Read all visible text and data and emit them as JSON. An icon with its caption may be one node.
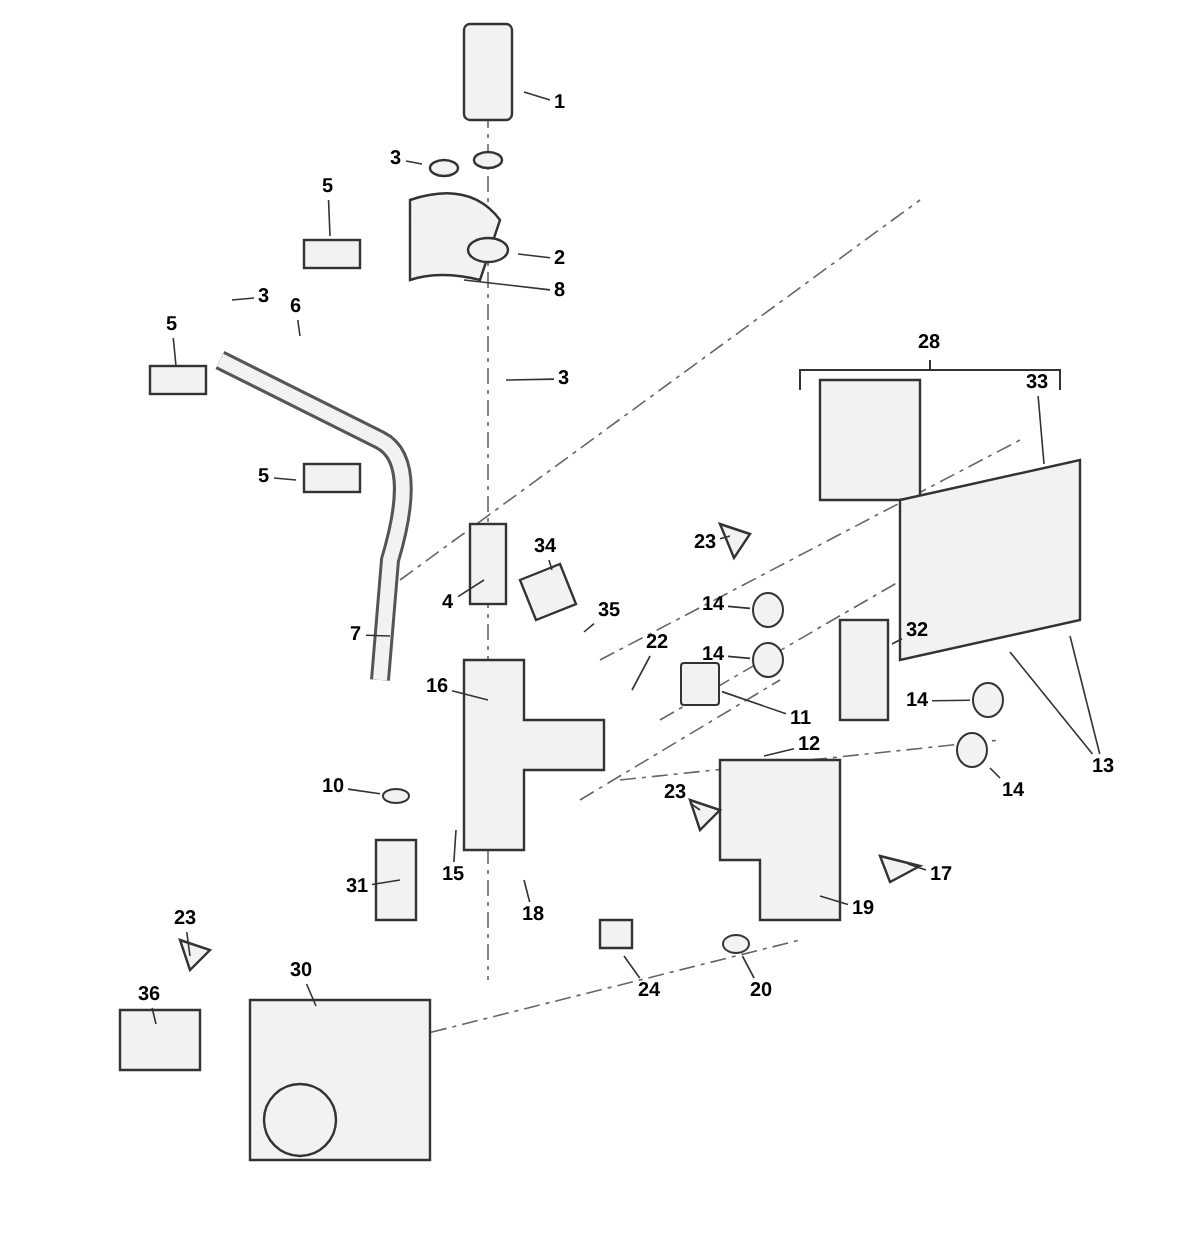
{
  "diagram": {
    "nodes": [
      {
        "text": [
          "1"
        ]
      },
      {
        "text": [
          "3"
        ]
      },
      {
        "text": [
          "5"
        ]
      },
      {
        "text": [
          "2"
        ]
      },
      {
        "text": [
          "8"
        ]
      },
      {
        "text": [
          "3"
        ]
      },
      {
        "text": [
          "6"
        ]
      },
      {
        "text": [
          "5"
        ]
      },
      {
        "text": [
          "3"
        ]
      },
      {
        "text": [
          "33"
        ]
      },
      {
        "text": [
          "5"
        ]
      },
      {
        "text": [
          "23"
        ]
      },
      {
        "text": [
          "34"
        ]
      },
      {
        "text": [
          "4"
        ]
      },
      {
        "text": [
          "35"
        ]
      },
      {
        "text": [
          "14"
        ]
      },
      {
        "text": [
          "7"
        ]
      },
      {
        "text": [
          "22"
        ]
      },
      {
        "text": [
          "14"
        ]
      },
      {
        "text": [
          "32"
        ]
      },
      {
        "text": [
          "16"
        ]
      },
      {
        "text": [
          "11"
        ]
      },
      {
        "text": [
          "14"
        ]
      },
      {
        "text": [
          "12"
        ]
      },
      {
        "text": [
          "13"
        ]
      },
      {
        "text": [
          "14"
        ]
      },
      {
        "text": [
          "10"
        ]
      },
      {
        "text": [
          "23"
        ]
      },
      {
        "text": [
          "15"
        ]
      },
      {
        "text": [
          "17"
        ]
      },
      {
        "text": [
          "31"
        ]
      },
      {
        "text": [
          "19"
        ]
      },
      {
        "text": [
          "18"
        ]
      },
      {
        "text": [
          "23"
        ]
      },
      {
        "text": [
          "30"
        ]
      },
      {
        "text": [
          "24"
        ]
      },
      {
        "text": [
          "20"
        ]
      },
      {
        "text": [
          "36"
        ]
      },
      {
        "text": [],
        "shape": "circle"
      },
      {
        "text": [],
        "shape": "circle"
      },
      {
        "text": [],
        "shape": "circle"
      },
      {
        "text": [],
        "shape": "circle"
      },
      {
        "text": [],
        "shape": "circle"
      },
      {
        "text": [],
        "shape": "circle"
      },
      {
        "text": [],
        "shape": "box"
      }
    ],
    "edges": [
      {
        "from": 0,
        "to": null,
        "arrow": "none"
      },
      {
        "from": 1,
        "to": null,
        "arrow": "none"
      },
      {
        "from": 2,
        "to": null,
        "arrow": "none"
      },
      {
        "from": 3,
        "to": null,
        "arrow": "none"
      },
      {
        "from": 4,
        "to": null,
        "arrow": "none"
      },
      {
        "from": 5,
        "to": null,
        "arrow": "none"
      },
      {
        "from": 6,
        "to": null,
        "arrow": "none"
      },
      {
        "from": 7,
        "to": null,
        "arrow": "none"
      },
      {
        "from": 8,
        "to": null,
        "arrow": "none"
      },
      {
        "from": 9,
        "to": null,
        "arrow": "none"
      },
      {
        "from": 10,
        "to": null,
        "arrow": "none"
      },
      {
        "from": 11,
        "to": null,
        "arrow": "none"
      },
      {
        "from": 12,
        "to": null,
        "arrow": "none"
      },
      {
        "from": 13,
        "to": null,
        "arrow": "none"
      },
      {
        "from": 14,
        "to": null,
        "arrow": "none"
      },
      {
        "from": 15,
        "to": 38,
        "arrow": "none"
      },
      {
        "from": 16,
        "to": null,
        "arrow": "none"
      },
      {
        "from": 17,
        "to": null,
        "arrow": "none"
      },
      {
        "from": 18,
        "to": 39,
        "arrow": "none"
      },
      {
        "from": 19,
        "to": null,
        "arrow": "none"
      },
      {
        "from": 20,
        "to": null,
        "arrow": "none"
      },
      {
        "from": 21,
        "to": 44,
        "arrow": "none"
      },
      {
        "from": 22,
        "to": 40,
        "arrow": "none"
      },
      {
        "from": 23,
        "to": null,
        "arrow": "none"
      },
      {
        "from": 24,
        "to": null,
        "arrow": "none"
      },
      {
        "from": 24,
        "to": null,
        "arrow": "none"
      },
      {
        "from": 25,
        "to": 41,
        "arrow": "none"
      },
      {
        "from": 26,
        "to": 42,
        "arrow": "none"
      },
      {
        "from": 27,
        "to": null,
        "arrow": "none"
      },
      {
        "from": 28,
        "to": null,
        "arrow": "none"
      },
      {
        "from": 29,
        "to": null,
        "arrow": "none"
      },
      {
        "from": 30,
        "to": null,
        "arrow": "none"
      },
      {
        "from": 31,
        "to": null,
        "arrow": "none"
      },
      {
        "from": 32,
        "to": null,
        "arrow": "none"
      },
      {
        "from": 33,
        "to": null,
        "arrow": "none"
      },
      {
        "from": 34,
        "to": null,
        "arrow": "none"
      },
      {
        "from": 35,
        "to": null,
        "arrow": "none"
      },
      {
        "from": 36,
        "to": 43,
        "arrow": "none"
      },
      {
        "from": 37,
        "to": null,
        "arrow": "none"
      }
    ],
    "labels": [
      "28"
    ]
  }
}
